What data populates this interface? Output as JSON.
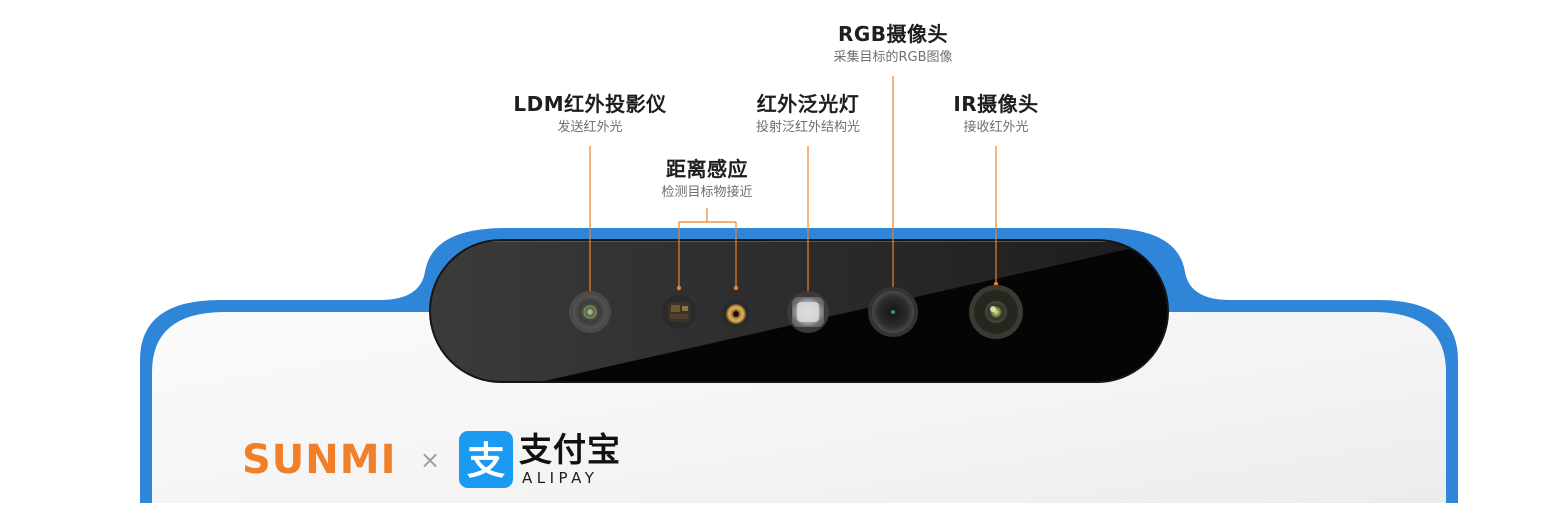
{
  "components": [
    {
      "id": "rgb",
      "title": "RGB摄像头",
      "desc": "采集目标的RGB图像"
    },
    {
      "id": "ldm",
      "title": "LDM红外投影仪",
      "desc": "发送红外光"
    },
    {
      "id": "flood",
      "title": "红外泛光灯",
      "desc": "投射泛红外结构光"
    },
    {
      "id": "ir",
      "title": "IR摄像头",
      "desc": "接收红外光"
    },
    {
      "id": "proximity",
      "title": "距离感应",
      "desc": "检测目标物接近"
    }
  ],
  "branding": {
    "sunmi": "SUNMI",
    "separator": "×",
    "alipay_cn": "支付宝",
    "alipay_en": "ALIPAY",
    "alipay_glyph": "支"
  },
  "colors": {
    "frame_blue": "#2f86d8",
    "callout_orange": "#f07f2a",
    "alipay_blue": "#1b9af1",
    "sunmi_orange": "#f07f2a"
  }
}
